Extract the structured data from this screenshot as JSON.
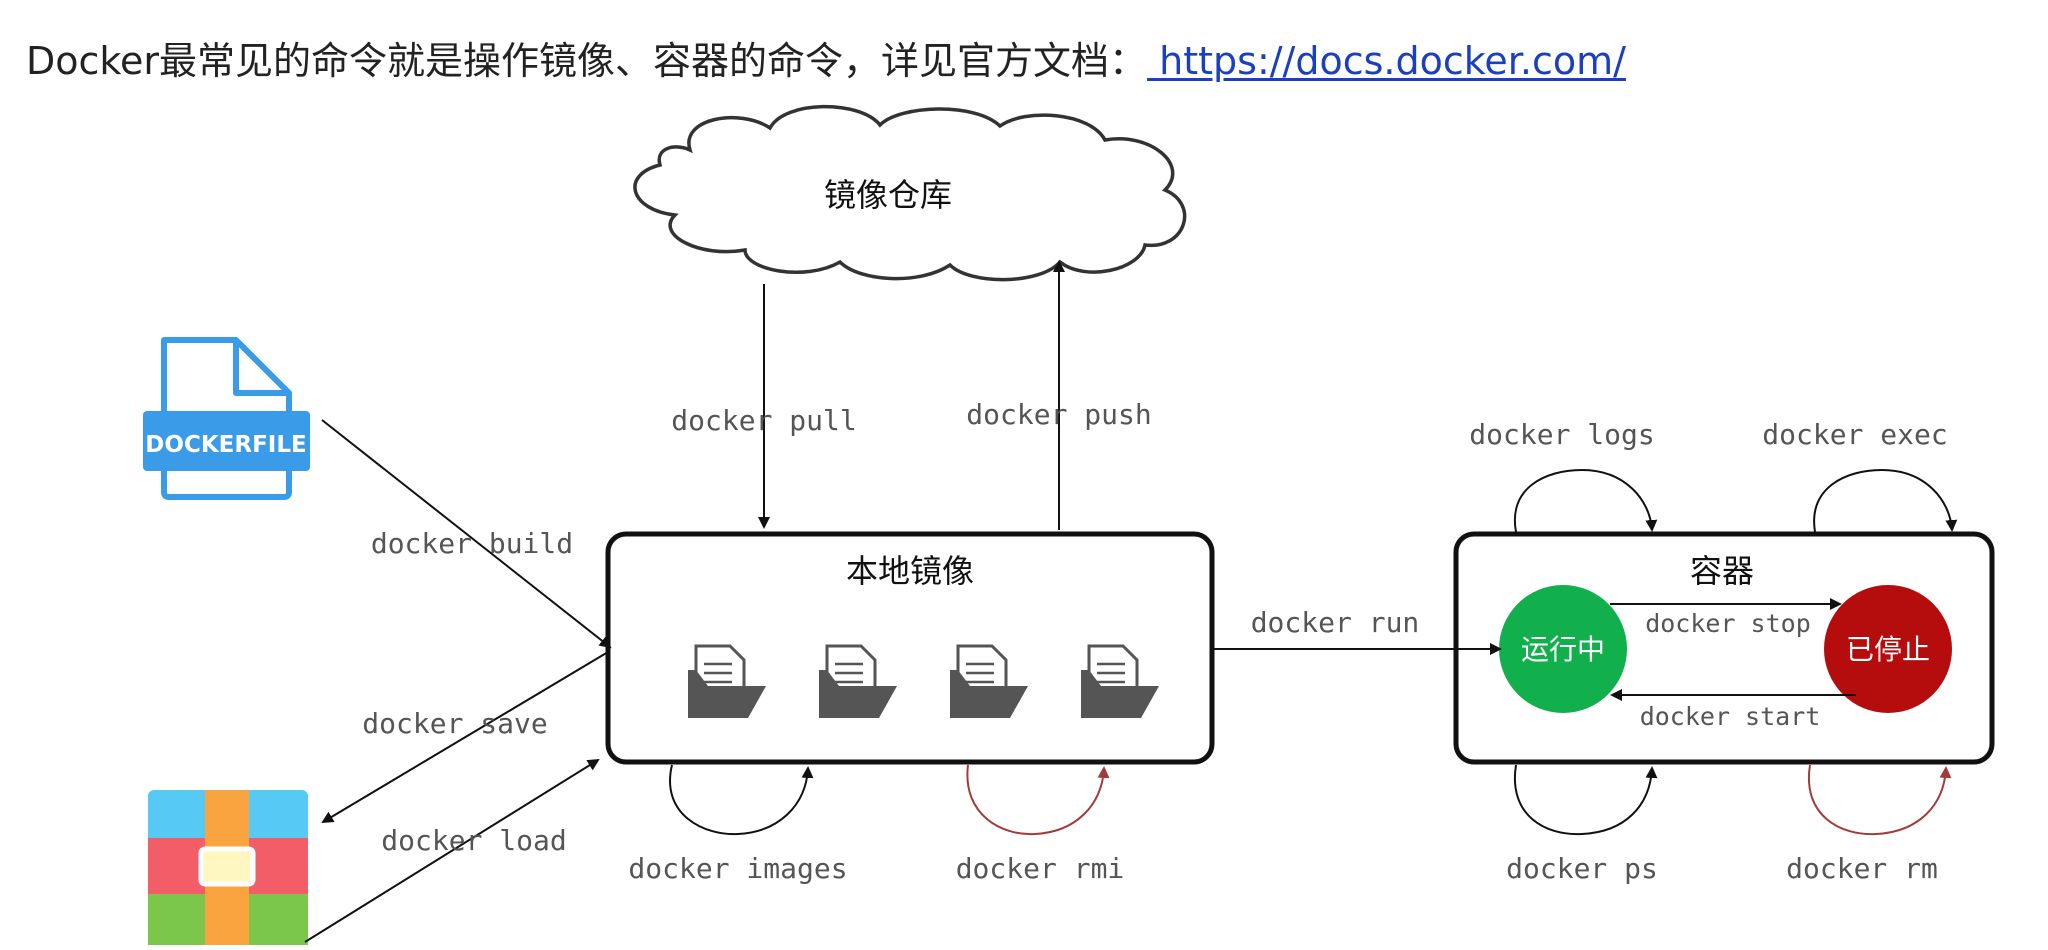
{
  "header": {
    "text": "Docker最常见的命令就是操作镜像、容器的命令，详见官方文档：",
    "link": " https://docs.docker.com/"
  },
  "registry": {
    "label": "镜像仓库"
  },
  "local_images": {
    "label": "本地镜像",
    "icon_count": 4
  },
  "container": {
    "label": "容器",
    "running": "运行中",
    "stopped": "已停止"
  },
  "dockerfile": {
    "label": "DOCKERFILE"
  },
  "commands": {
    "pull": "docker pull",
    "push": "docker push",
    "build": "docker build",
    "save": "docker save",
    "load": "docker load",
    "images": "docker images",
    "rmi": "docker rmi",
    "run": "docker run",
    "logs": "docker logs",
    "exec": "docker exec",
    "stop": "docker stop",
    "start": "docker start",
    "ps": "docker ps",
    "rm": "docker rm"
  },
  "colors": {
    "running": "#12b04c",
    "stopped": "#b50d0d",
    "rmi_arrow": "#a33a3a",
    "dockerfile_blue": "#3a9be8"
  }
}
